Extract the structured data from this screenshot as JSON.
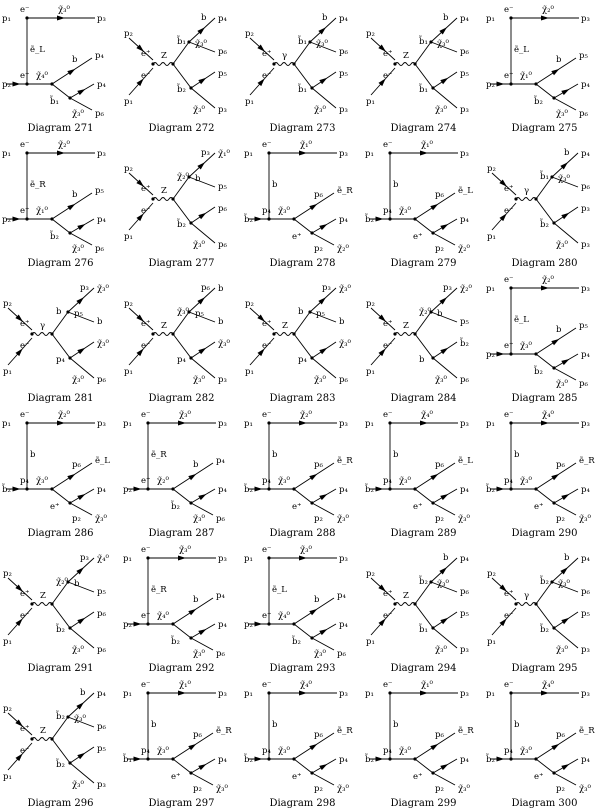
{
  "page": {
    "background": "#ffffff",
    "ink": "#000000"
  },
  "diagrams": [
    {
      "label": "Diagram 271",
      "topology": "t_channel",
      "particles": [
        "e⁻",
        "p₁",
        "χ̃₃⁰",
        "p₃",
        "ẽ_L",
        "e⁺",
        "p₂",
        "χ̃₄⁰",
        "b",
        "p₄",
        "b̃₁",
        "χ̃₃⁰",
        "p₆"
      ]
    },
    {
      "label": "Diagram 272",
      "topology": "s_channel",
      "particles": [
        "p₂",
        "e⁺",
        "e⁻",
        "p₁",
        "Z",
        "b̃₁",
        "b",
        "p₄",
        "χ̃₃⁰",
        "p₆",
        "b̃₂",
        "b",
        "p₅",
        "χ̃₃⁰",
        "p₃"
      ]
    },
    {
      "label": "Diagram 273",
      "topology": "s_channel",
      "particles": [
        "p₂",
        "e⁺",
        "e⁻",
        "p₁",
        "γ",
        "b̃₁",
        "b",
        "p₄",
        "χ̃₃⁰",
        "p₆",
        "b̃₁",
        "b",
        "p₅",
        "χ̃₃⁰",
        "p₃"
      ]
    },
    {
      "label": "Diagram 274",
      "topology": "s_channel",
      "particles": [
        "p₂",
        "e⁺",
        "e⁻",
        "p₁",
        "Z",
        "b̃₁",
        "b",
        "p₄",
        "χ̃₃⁰",
        "p₆",
        "b̃₁",
        "b",
        "p₅",
        "χ̃₃⁰",
        "p₃"
      ]
    },
    {
      "label": "Diagram 275",
      "topology": "t_channel",
      "particles": [
        "e⁻",
        "p₁",
        "χ̃₂⁰",
        "p₃",
        "ẽ_L",
        "e⁺",
        "p₂",
        "χ̃₁⁰",
        "b",
        "p₅",
        "b̃₂",
        "χ̃₃⁰",
        "p₆"
      ]
    },
    {
      "label": "Diagram 276",
      "topology": "t_channel",
      "particles": [
        "e⁻",
        "p₁",
        "χ̃₂⁰",
        "p₃",
        "ẽ_R",
        "e⁺",
        "p₂",
        "χ̃₁⁰",
        "b",
        "p₅",
        "b̃₂",
        "χ̃₃⁰",
        "p₆"
      ]
    },
    {
      "label": "Diagram 277",
      "topology": "s_channel",
      "particles": [
        "p₂",
        "e⁺",
        "e⁻",
        "p₁",
        "Z",
        "χ̃₂⁰",
        "p₃",
        "χ̃₁⁰",
        "b",
        "p₅",
        "b̃₂",
        "χ̃₃⁰",
        "p₆"
      ]
    },
    {
      "label": "Diagram 278",
      "topology": "t_channel",
      "particles": [
        "e⁻",
        "p₁",
        "χ̃₁⁰",
        "p₃",
        "b",
        "p₄",
        "b̃₂",
        "χ̃₃⁰",
        "p₆",
        "ẽ_R",
        "e⁺",
        "p₂",
        "χ̃₂⁰",
        "p₃"
      ]
    },
    {
      "label": "Diagram 279",
      "topology": "t_channel",
      "particles": [
        "e⁻",
        "p₁",
        "χ̃₁⁰",
        "p₃",
        "b",
        "p₄",
        "b̃₂",
        "χ̃₃⁰",
        "p₆",
        "ẽ_L",
        "e⁺",
        "p₂",
        "χ̃₂⁰",
        "p₃"
      ]
    },
    {
      "label": "Diagram 280",
      "topology": "s_channel",
      "particles": [
        "p₂",
        "e⁺",
        "e⁻",
        "p₁",
        "γ",
        "b̃₁",
        "b",
        "p₄",
        "χ̃₃⁰",
        "p₆",
        "b̃₂",
        "χ̃₃⁰",
        "p₃"
      ]
    },
    {
      "label": "Diagram 281",
      "topology": "s_channel",
      "particles": [
        "p₂",
        "e⁺",
        "e⁻",
        "p₁",
        "γ",
        "b",
        "p₃",
        "χ̃₃⁰",
        "p₅",
        "b",
        "p₄",
        "b̃₂",
        "χ̃₃⁰",
        "p₆"
      ]
    },
    {
      "label": "Diagram 282",
      "topology": "s_channel",
      "particles": [
        "p₂",
        "e⁺",
        "e⁻",
        "p₁",
        "Z",
        "χ̃₃⁰",
        "p₆",
        "b",
        "p₅",
        "b",
        "p₄",
        "b̃₂",
        "χ̃₃⁰",
        "p₃"
      ]
    },
    {
      "label": "Diagram 283",
      "topology": "s_channel",
      "particles": [
        "p₂",
        "e⁺",
        "e⁻",
        "p₁",
        "Z",
        "b",
        "p₃",
        "χ̃₃⁰",
        "p₅",
        "b",
        "p₄",
        "b̃₂",
        "χ̃₃⁰",
        "p₆"
      ]
    },
    {
      "label": "Diagram 284",
      "topology": "s_channel",
      "particles": [
        "p₂",
        "e⁺",
        "e⁻",
        "p₁",
        "Z",
        "χ̃₂⁰",
        "p₃",
        "χ̃₂⁰",
        "b",
        "p₅",
        "b",
        "p₄",
        "b̃₂",
        "χ̃₃⁰",
        "p₆"
      ]
    },
    {
      "label": "Diagram 285",
      "topology": "t_channel",
      "particles": [
        "e⁻",
        "p₁",
        "χ̃₂⁰",
        "p₃",
        "ẽ_L",
        "e⁺",
        "p₂",
        "χ̃₃⁰",
        "b",
        "p₅",
        "b̃₂",
        "χ̃₃⁰",
        "p₆"
      ]
    },
    {
      "label": "Diagram 286",
      "topology": "t_channel",
      "particles": [
        "e⁻",
        "p₁",
        "χ̃₂⁰",
        "p₃",
        "b",
        "p₄",
        "b̃₂",
        "χ̃₃⁰",
        "p₆",
        "ẽ_L",
        "e⁺",
        "p₂",
        "χ̃₃⁰",
        "p₃"
      ]
    },
    {
      "label": "Diagram 287",
      "topology": "t_channel",
      "particles": [
        "e⁻",
        "p₁",
        "χ̃₃⁰",
        "p₃",
        "ẽ_R",
        "e⁺",
        "p₂",
        "χ̃₂⁰",
        "b",
        "p₄",
        "b̃₂",
        "χ̃₃⁰",
        "p₆"
      ]
    },
    {
      "label": "Diagram 288",
      "topology": "t_channel",
      "particles": [
        "e⁻",
        "p₁",
        "χ̃₂⁰",
        "p₃",
        "b",
        "p₄",
        "b̃₂",
        "χ̃₃⁰",
        "p₆",
        "ẽ_R",
        "e⁺",
        "p₂",
        "χ̃₃⁰",
        "p₃"
      ]
    },
    {
      "label": "Diagram 289",
      "topology": "t_channel",
      "particles": [
        "e⁻",
        "p₁",
        "χ̃₄⁰",
        "p₃",
        "b",
        "p₄",
        "b̃₂",
        "χ̃₃⁰",
        "p₆",
        "ẽ_L",
        "e⁺",
        "p₂",
        "χ̃₃⁰",
        "p₃"
      ]
    },
    {
      "label": "Diagram 290",
      "topology": "t_channel",
      "particles": [
        "e⁻",
        "p₁",
        "χ̃₄⁰",
        "p₃",
        "b",
        "p₄",
        "b̃₂",
        "χ̃₃⁰",
        "p₆",
        "ẽ_R",
        "e⁺",
        "p₂",
        "χ̃₃⁰",
        "p₃"
      ]
    },
    {
      "label": "Diagram 291",
      "topology": "s_channel",
      "particles": [
        "p₂",
        "e⁺",
        "e⁻",
        "p₁",
        "Z",
        "χ̃₂⁰",
        "p₃",
        "χ̃₄⁰",
        "b",
        "p₅",
        "b̃₂",
        "χ̃₃⁰",
        "p₆"
      ]
    },
    {
      "label": "Diagram 292",
      "topology": "t_channel",
      "particles": [
        "e⁻",
        "p₁",
        "χ̃₃⁰",
        "p₃",
        "ẽ_R",
        "e⁺",
        "p₂",
        "χ̃₄⁰",
        "b",
        "p₄",
        "b̃₂",
        "χ̃₃⁰",
        "p₆"
      ]
    },
    {
      "label": "Diagram 293",
      "topology": "t_channel",
      "particles": [
        "e⁻",
        "p₁",
        "χ̃₃⁰",
        "p₃",
        "ẽ_L",
        "e⁺",
        "p₂",
        "χ̃₄⁰",
        "b",
        "p₄",
        "b̃₂",
        "χ̃₃⁰",
        "p₆"
      ]
    },
    {
      "label": "Diagram 294",
      "topology": "s_channel",
      "particles": [
        "p₂",
        "e⁺",
        "e⁻",
        "p₁",
        "Z",
        "b̃₂",
        "b",
        "p₄",
        "χ̃₃⁰",
        "p₆",
        "b̃₁",
        "b",
        "p₅",
        "χ̃₃⁰",
        "p₃"
      ]
    },
    {
      "label": "Diagram 295",
      "topology": "s_channel",
      "particles": [
        "p₂",
        "e⁺",
        "e⁻",
        "p₁",
        "γ",
        "b̃₂",
        "b",
        "p₄",
        "χ̃₃⁰",
        "p₆",
        "b̃₂",
        "b",
        "p₅",
        "χ̃₃⁰",
        "p₃"
      ]
    },
    {
      "label": "Diagram 296",
      "topology": "s_channel",
      "particles": [
        "p₂",
        "e⁺",
        "e⁻",
        "p₁",
        "Z",
        "b̃₂",
        "b",
        "p₄",
        "χ̃₃⁰",
        "p₆",
        "b̃₂",
        "b",
        "p₅",
        "χ̃₃⁰",
        "p₃"
      ]
    },
    {
      "label": "Diagram 297",
      "topology": "t_channel",
      "particles": [
        "e⁻",
        "p₁",
        "χ̃₁⁰",
        "p₃",
        "b",
        "p₄",
        "b̃₁",
        "χ̃₃⁰",
        "p₆",
        "ẽ_R",
        "e⁺",
        "p₂",
        "χ̃₃⁰",
        "p₃"
      ]
    },
    {
      "label": "Diagram 298",
      "topology": "t_channel",
      "particles": [
        "e⁻",
        "p₁",
        "χ̃₄⁰",
        "p₃",
        "b",
        "p₄",
        "b̃₂",
        "χ̃₃⁰",
        "p₆",
        "ẽ_R",
        "e⁺",
        "p₂",
        "χ̃₃⁰",
        "p₃"
      ]
    },
    {
      "label": "Diagram 299",
      "topology": "t_channel",
      "particles": [
        "e⁻",
        "p₁",
        "χ̃₁⁰",
        "p₃",
        "b",
        "p₄",
        "b̃₂",
        "χ̃₃⁰",
        "p₆",
        "ẽ_R",
        "e⁺",
        "p₂",
        "χ̃₃⁰",
        "p₃"
      ]
    },
    {
      "label": "Diagram 300",
      "topology": "t_channel",
      "particles": [
        "e⁻",
        "p₁",
        "χ̃₄⁰",
        "p₃",
        "b",
        "p₄",
        "b̃₂",
        "χ̃₃⁰",
        "p₆",
        "ẽ_R",
        "e⁺",
        "p₂",
        "χ̃₃⁰",
        "p₃"
      ]
    }
  ]
}
